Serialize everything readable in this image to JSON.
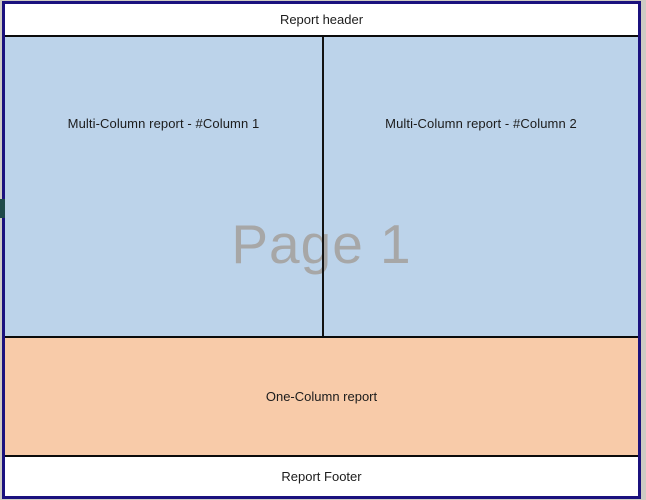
{
  "page": {
    "border_color": "#1b117e",
    "background": "#ffffff"
  },
  "report_header": {
    "label": "Report header",
    "background": "#ffffff"
  },
  "multi_column_section": {
    "background": "#bcd3ea",
    "watermark": "Page 1",
    "watermark_color": "#a7a7a7",
    "columns": [
      {
        "label": "Multi-Column report - #Column 1"
      },
      {
        "label": "Multi-Column report - #Column 2"
      }
    ]
  },
  "one_column_section": {
    "label": "One-Column report",
    "background": "#f8cba9"
  },
  "report_footer": {
    "label": "Report Footer",
    "background": "#ffffff"
  },
  "gutter": {
    "marker_color": "#1f4a4a"
  }
}
